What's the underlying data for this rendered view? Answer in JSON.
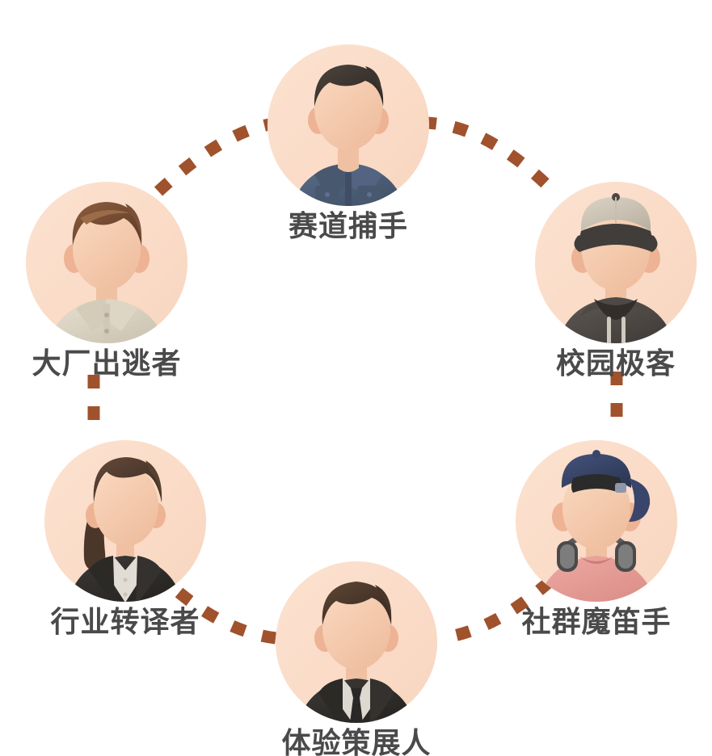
{
  "diagram": {
    "type": "cycle",
    "title": "",
    "background_color": "#ffffff",
    "accent_color": "#a0522d",
    "label_color": "#4a4a4a",
    "avatar_circle_color": "#fadecb",
    "nodes": [
      {
        "id": "node-0",
        "label": "赛道捕手",
        "position": "top-center",
        "avatar": "avatar-man-navy-shirt",
        "avatar_desc": {
          "hair": "#3a332e",
          "skin": "#f5cdb0",
          "garment": "#4a5a74",
          "accessory": "none"
        }
      },
      {
        "id": "node-1",
        "label": "校园极客",
        "position": "right-upper",
        "avatar": "avatar-person-beige-cap-hoodie",
        "avatar_desc": {
          "hair": "#ffffff",
          "skin": "#f5cdb0",
          "garment": "#4e4a47",
          "accessory": "beige-baseball-cap"
        }
      },
      {
        "id": "node-2",
        "label": "社群魔笛手",
        "position": "right-lower",
        "avatar": "avatar-person-navy-cap-headphones",
        "avatar_desc": {
          "hair": "#ffffff",
          "skin": "#f5cdb0",
          "garment": "#e79a94",
          "accessory": "navy-backwards-cap-and-headphones"
        }
      },
      {
        "id": "node-3",
        "label": "体验策展人",
        "position": "bottom-center",
        "avatar": "avatar-man-black-suit-tie",
        "avatar_desc": {
          "hair": "#463025",
          "skin": "#f5cdb0",
          "garment": "#2e2b27",
          "accessory": "necktie"
        }
      },
      {
        "id": "node-4",
        "label": "行业转译者",
        "position": "left-lower",
        "avatar": "avatar-woman-ponytail-blazer",
        "avatar_desc": {
          "hair": "#4a3327",
          "skin": "#f5cdb0",
          "garment": "#2e2b27",
          "accessory": "ponytail"
        }
      },
      {
        "id": "node-5",
        "label": "大厂出逃者",
        "position": "left-upper",
        "avatar": "avatar-man-beige-polo",
        "avatar_desc": {
          "hair": "#6b4632",
          "skin": "#f5cdb0",
          "garment": "#ddd6c6",
          "accessory": "none"
        }
      }
    ],
    "connectors": [
      {
        "from": "node-5",
        "to": "node-0",
        "style": "dashed",
        "color": "#a0522d"
      },
      {
        "from": "node-0",
        "to": "node-1",
        "style": "dashed",
        "color": "#a0522d"
      },
      {
        "from": "node-1",
        "to": "node-2",
        "style": "dashed",
        "color": "#a0522d"
      },
      {
        "from": "node-2",
        "to": "node-3",
        "style": "dashed",
        "color": "#a0522d"
      },
      {
        "from": "node-3",
        "to": "node-4",
        "style": "dashed",
        "color": "#a0522d"
      },
      {
        "from": "node-4",
        "to": "node-5",
        "style": "dashed",
        "color": "#a0522d"
      }
    ]
  }
}
